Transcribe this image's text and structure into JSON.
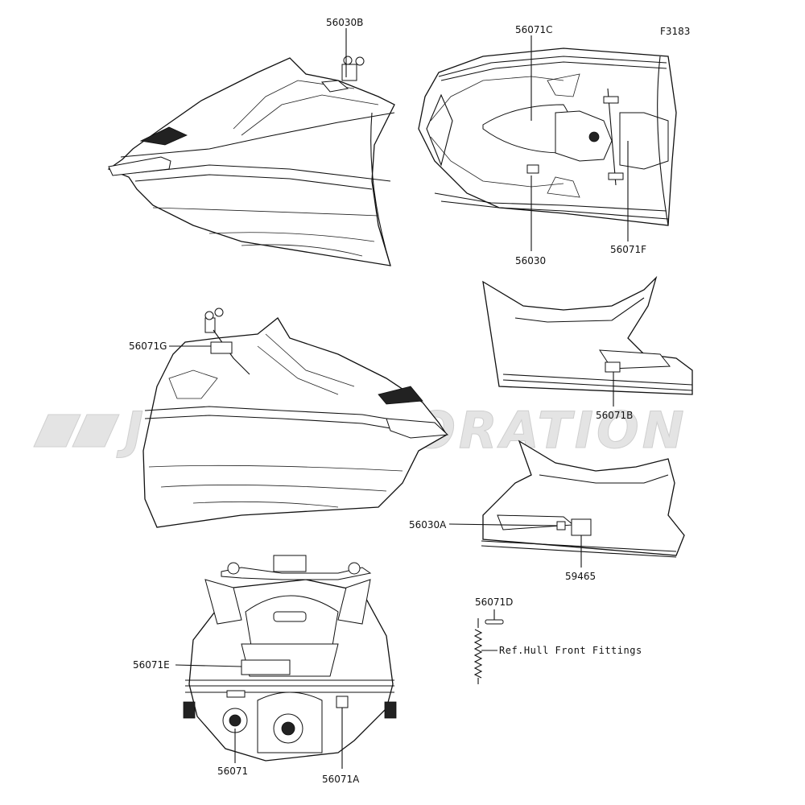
{
  "figure_code": "F3183",
  "watermark": "JSP CORPORATION",
  "callouts": {
    "p56030B": "56030B",
    "p56071C": "56071C",
    "p56030": "56030",
    "p56071F": "56071F",
    "p56071G": "56071G",
    "p56071B": "56071B",
    "p56030A": "56030A",
    "p59465": "59465",
    "p56071D": "56071D",
    "p56071E": "56071E",
    "p56071": "56071",
    "p56071A": "56071A"
  },
  "reference_note": "Ref.Hull Front Fittings"
}
